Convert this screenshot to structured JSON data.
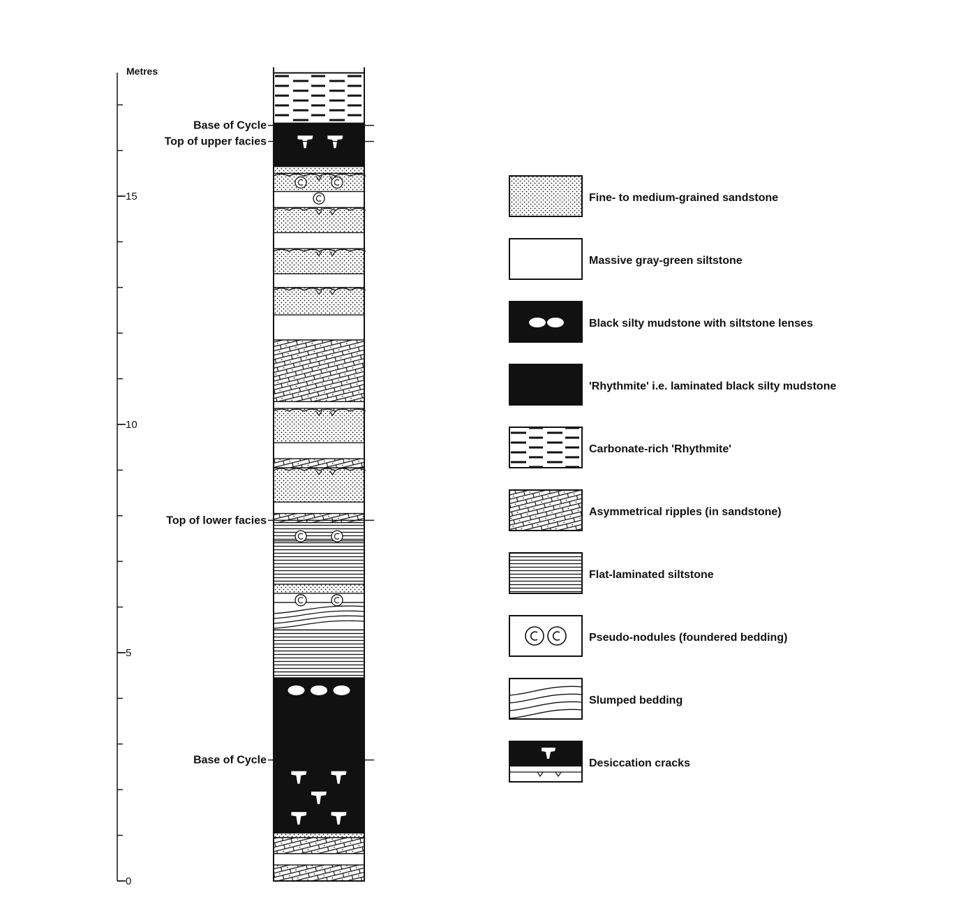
{
  "scale": {
    "units_label": "Metres",
    "tick_labels": [
      {
        "value": 0,
        "text": "0"
      },
      {
        "value": 5,
        "text": "5"
      },
      {
        "value": 10,
        "text": "10"
      },
      {
        "value": 15,
        "text": "15"
      }
    ],
    "min_m": 0,
    "max_m": 17.7
  },
  "annotations": [
    {
      "text": "Base of Cycle",
      "m": 16.55
    },
    {
      "text": "Top of upper facies",
      "m": 16.2
    },
    {
      "text": "Top of lower facies",
      "m": 7.9
    },
    {
      "text": "Base of Cycle",
      "m": 2.65
    }
  ],
  "column": {
    "layers": [
      {
        "facies": "ripples",
        "bottom": 0.0,
        "top": 0.35
      },
      {
        "facies": "siltstone",
        "bottom": 0.35,
        "top": 0.6
      },
      {
        "facies": "ripples",
        "bottom": 0.6,
        "top": 0.95
      },
      {
        "facies": "sandstone",
        "bottom": 0.95,
        "top": 1.05
      },
      {
        "facies": "rhythmite_cracks",
        "bottom": 1.05,
        "top": 2.65
      },
      {
        "facies": "mudstone_lenses",
        "bottom": 2.65,
        "top": 4.45
      },
      {
        "facies": "flat_laminated",
        "bottom": 4.45,
        "top": 5.5
      },
      {
        "facies": "slumped",
        "bottom": 5.5,
        "top": 6.1
      },
      {
        "facies": "siltstone",
        "bottom": 6.1,
        "top": 6.3
      },
      {
        "facies": "sandstone",
        "bottom": 6.3,
        "top": 6.5
      },
      {
        "facies": "flat_laminated",
        "bottom": 6.5,
        "top": 7.45
      },
      {
        "facies": "flat_laminated",
        "bottom": 7.45,
        "top": 7.85
      },
      {
        "facies": "ripples",
        "bottom": 7.85,
        "top": 8.05
      },
      {
        "facies": "siltstone",
        "bottom": 8.05,
        "top": 8.3
      },
      {
        "facies": "sandstone",
        "bottom": 8.3,
        "top": 9.05
      },
      {
        "facies": "ripples",
        "bottom": 9.05,
        "top": 9.25
      },
      {
        "facies": "siltstone",
        "bottom": 9.25,
        "top": 9.6
      },
      {
        "facies": "sandstone",
        "bottom": 9.6,
        "top": 10.35
      },
      {
        "facies": "siltstone",
        "bottom": 10.35,
        "top": 10.5
      },
      {
        "facies": "ripples",
        "bottom": 10.5,
        "top": 11.85
      },
      {
        "facies": "siltstone",
        "bottom": 11.85,
        "top": 12.4
      },
      {
        "facies": "sandstone",
        "bottom": 12.4,
        "top": 13.0
      },
      {
        "facies": "siltstone",
        "bottom": 13.0,
        "top": 13.3
      },
      {
        "facies": "sandstone",
        "bottom": 13.3,
        "top": 13.85
      },
      {
        "facies": "siltstone",
        "bottom": 13.85,
        "top": 14.2
      },
      {
        "facies": "sandstone",
        "bottom": 14.2,
        "top": 14.75
      },
      {
        "facies": "siltstone",
        "bottom": 14.75,
        "top": 15.1
      },
      {
        "facies": "sandstone",
        "bottom": 15.1,
        "top": 15.5
      },
      {
        "facies": "sandstone",
        "bottom": 15.5,
        "top": 15.65
      },
      {
        "facies": "rhythmite_cracks",
        "bottom": 15.65,
        "top": 16.6
      },
      {
        "facies": "carbonate_rhythmite",
        "bottom": 16.6,
        "top": 17.7
      }
    ]
  },
  "legend": [
    {
      "key": "sandstone",
      "label": "Fine- to medium-grained sandstone",
      "icon": "stipple-pattern"
    },
    {
      "key": "siltstone",
      "label": "Massive gray-green siltstone",
      "icon": "blank-box"
    },
    {
      "key": "mudstone_lenses",
      "label": "Black silty mudstone with siltstone lenses",
      "icon": "black-with-white-lenses"
    },
    {
      "key": "rhythmite",
      "label": "'Rhythmite' i.e. laminated black silty mudstone",
      "icon": "solid-black"
    },
    {
      "key": "carbonate_rhythmite",
      "label": "Carbonate-rich 'Rhythmite'",
      "icon": "dashes"
    },
    {
      "key": "ripples",
      "label": "Asymmetrical ripples (in sandstone)",
      "icon": "brick-cross-lamination"
    },
    {
      "key": "flat_laminated",
      "label": "Flat-laminated siltstone",
      "icon": "horizontal-lines"
    },
    {
      "key": "nodules",
      "label": "Pseudo-nodules (foundered bedding)",
      "icon": "nodules"
    },
    {
      "key": "slumped",
      "label": "Slumped bedding",
      "icon": "wavy-lines"
    },
    {
      "key": "cracks",
      "label": "Desiccation cracks",
      "icon": "black-with-cracks"
    }
  ],
  "colors": {
    "ink": "#111111",
    "paper": "#ffffff"
  }
}
